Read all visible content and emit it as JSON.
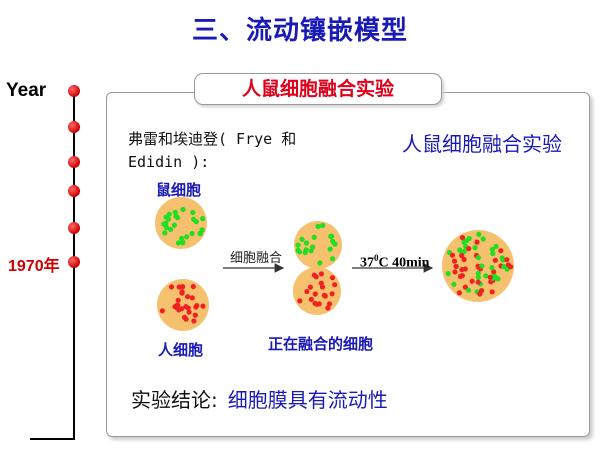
{
  "header": {
    "title": "三、流动镶嵌模型"
  },
  "timeline": {
    "year_label": "Year",
    "mark_1970": "1970年"
  },
  "panel": {
    "title": "人鼠细胞融合实验",
    "credit_line1": "弗雷和埃迪登( Frye 和",
    "credit_line2": "Edidin ):",
    "side_title": "人鼠细胞融合实验"
  },
  "diagram": {
    "mouse_cell_label": "鼠细胞",
    "human_cell_label": "人细胞",
    "fusion_arrow_label": "细胞融合",
    "fusing_cells_label": "正在融合的细胞",
    "temp_main": "37",
    "temp_sup": "0",
    "temp_rest": "C 40min"
  },
  "conclusion": {
    "label": "实验结论:",
    "value": "细胞膜具有流动性"
  },
  "colors": {
    "title_blue": "#1a1ab4",
    "accent_red": "#e0001a",
    "cell_fill": "#f5c16e",
    "mouse_marker": "#22dd22",
    "human_marker": "#ee2222"
  }
}
